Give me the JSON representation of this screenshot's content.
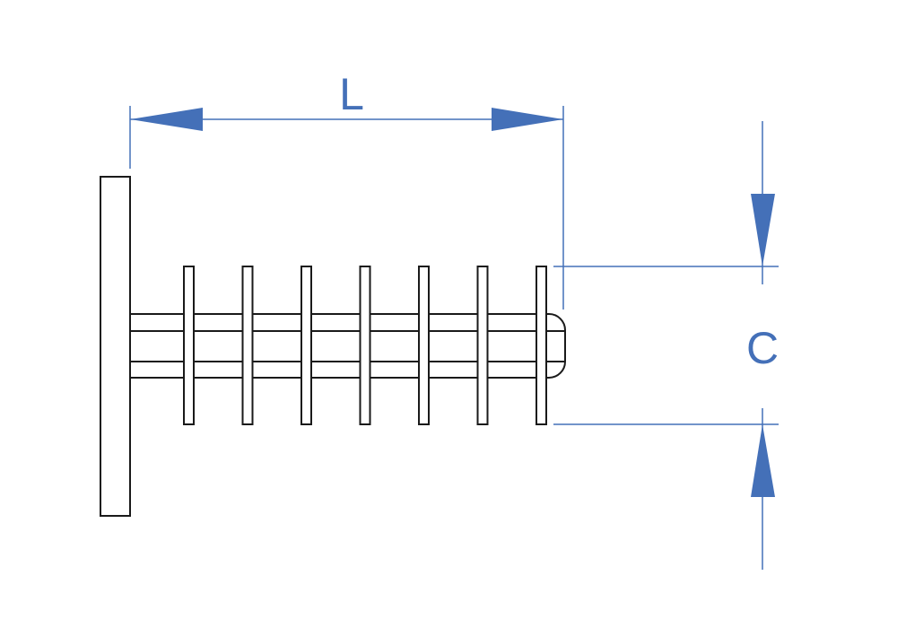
{
  "diagram": {
    "dimension_length_label": "L",
    "dimension_clearance_label": "C",
    "fin_count": 7,
    "colors": {
      "dimension": "#4470b8",
      "outline": "#1a1a1a"
    }
  }
}
